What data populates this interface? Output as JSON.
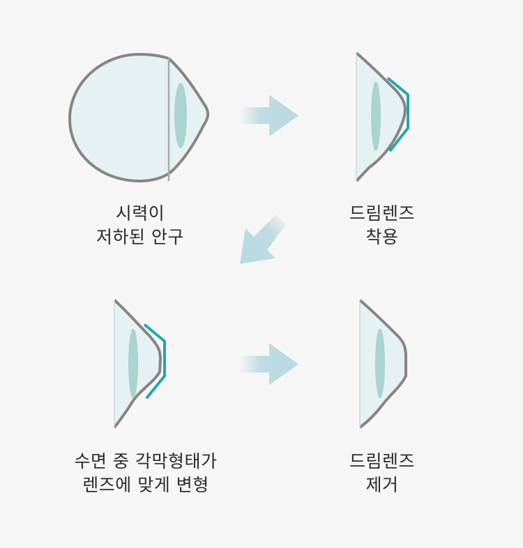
{
  "steps": [
    {
      "line1": "시력이",
      "line2": "저하된 안구"
    },
    {
      "line1": "드림렌즈",
      "line2": "착용"
    },
    {
      "line1": "수면 중 각막형태가",
      "line2": "렌즈에 맞게 변형"
    },
    {
      "line1": "드림렌즈",
      "line2": "제거"
    }
  ],
  "colors": {
    "background": "#f6f6f6",
    "eye_outline": "#858585",
    "eye_fill": "#e6f1f3",
    "inner_lens": "#a9d4d0",
    "dream_lens": "#20a8b4",
    "arrow": "#b8d9e0"
  }
}
